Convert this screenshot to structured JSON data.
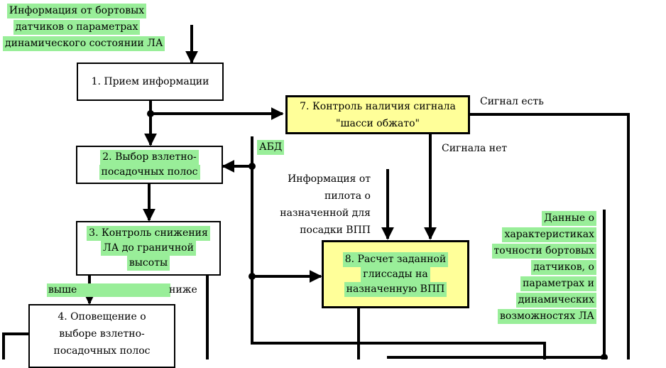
{
  "colors": {
    "highlight": "#99ee99",
    "yellow_box": "#ffff99",
    "stroke": "#000000"
  },
  "inputs": {
    "sensors_info": [
      "Информация  от бортовых",
      "датчиков о параметрах",
      "динамического состоянии ЛА"
    ],
    "abd": "АБД",
    "pilot_info": [
      "Информация от",
      "пилота о",
      "назначенной для",
      "посадки  ВПП"
    ],
    "sensor_characteristics": [
      "Данные о",
      "характеристиках",
      "точности бортовых",
      "датчиков, о",
      "параметрах и",
      "динамических",
      "возможностях ЛА"
    ]
  },
  "blocks": {
    "b1": [
      "1. Прием информации"
    ],
    "b2": [
      "2. Выбор взлетно-",
      "посадочных полос"
    ],
    "b3": [
      "3. Контроль снижения",
      "ЛА  до граничной",
      "высоты"
    ],
    "b4": [
      "4. Оповещение о",
      "выборе взлетно-",
      "посадочных полос"
    ],
    "b7": [
      "7. Контроль наличия сигнала",
      "\"шасси обжато\""
    ],
    "b8": [
      "8. Расчет заданной",
      "глиссады на",
      "назначенную ВПП"
    ]
  },
  "edges": {
    "signal_yes": "Сигнал есть",
    "signal_no": "Сигнала нет",
    "above": "выше",
    "below": "ниже"
  }
}
